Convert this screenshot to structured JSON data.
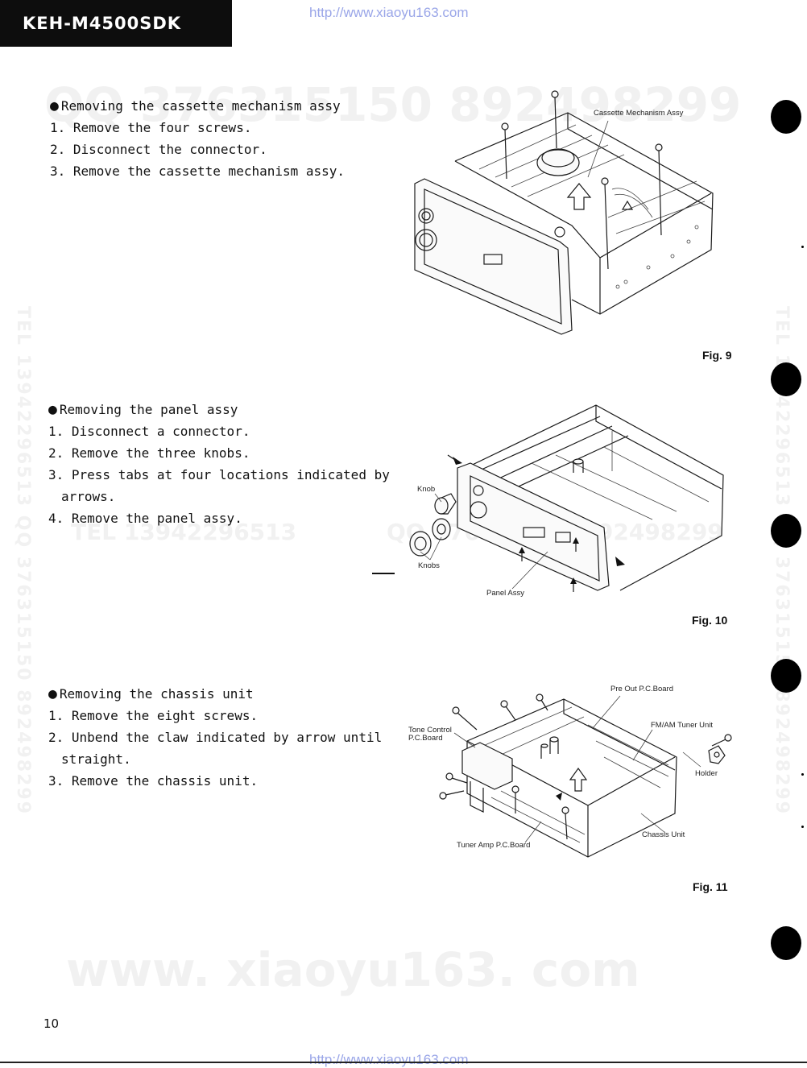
{
  "header": {
    "model": "KEH-M4500SDK",
    "url_top": "http://www.xiaoyu163.com",
    "url_bottom": "http://www.xiaoyu163.com"
  },
  "watermarks": {
    "qq_top": "QQ 376315150   892498299",
    "tel_mid": "TEL 13942296513",
    "qq_mid": "QQ 376315150   892498299",
    "side_left": "TEL 13942296513   QQ 376315150   892498299",
    "side_right": "TEL 13942296513   QQ 376315150   892498299",
    "site": "www. xiaoyu163. com"
  },
  "section1": {
    "heading": "Removing the cassette mechanism assy",
    "steps": [
      "1. Remove the four screws.",
      "2. Disconnect the connector.",
      "3. Remove the cassette mechanism assy."
    ],
    "figure": {
      "caption": "Fig. 9",
      "labels": {
        "cassette_mechanism_assy": "Cassette Mechanism Assy"
      }
    }
  },
  "section2": {
    "heading": "Removing the panel assy",
    "steps": [
      "1. Disconnect a connector.",
      "2. Remove the three knobs.",
      "3. Press tabs at four locations indicated by",
      "4. Remove the panel assy."
    ],
    "step3_cont": "arrows.",
    "figure": {
      "caption": "Fig. 10",
      "labels": {
        "knob": "Knob",
        "knobs": "Knobs",
        "panel_assy": "Panel Assy"
      }
    }
  },
  "section3": {
    "heading": "Removing the chassis unit",
    "steps": [
      "1. Remove the eight screws.",
      "2. Unbend the claw indicated by arrow until",
      "3. Remove the chassis unit."
    ],
    "step2_cont": "straight.",
    "figure": {
      "caption": "Fig. 11",
      "labels": {
        "pre_out": "Pre Out P.C.Board",
        "fm_am": "FM/AM Tuner Unit",
        "tone_1": "Tone Control",
        "tone_2": "P.C.Board",
        "holder": "Holder",
        "chassis_unit": "Chassis Unit",
        "tuner_amp": "Tuner Amp P.C.Board"
      }
    }
  },
  "page_number": "10",
  "icons": {
    "bullet": "bullet-dot-icon",
    "punch_hole": "binder-hole-icon"
  }
}
